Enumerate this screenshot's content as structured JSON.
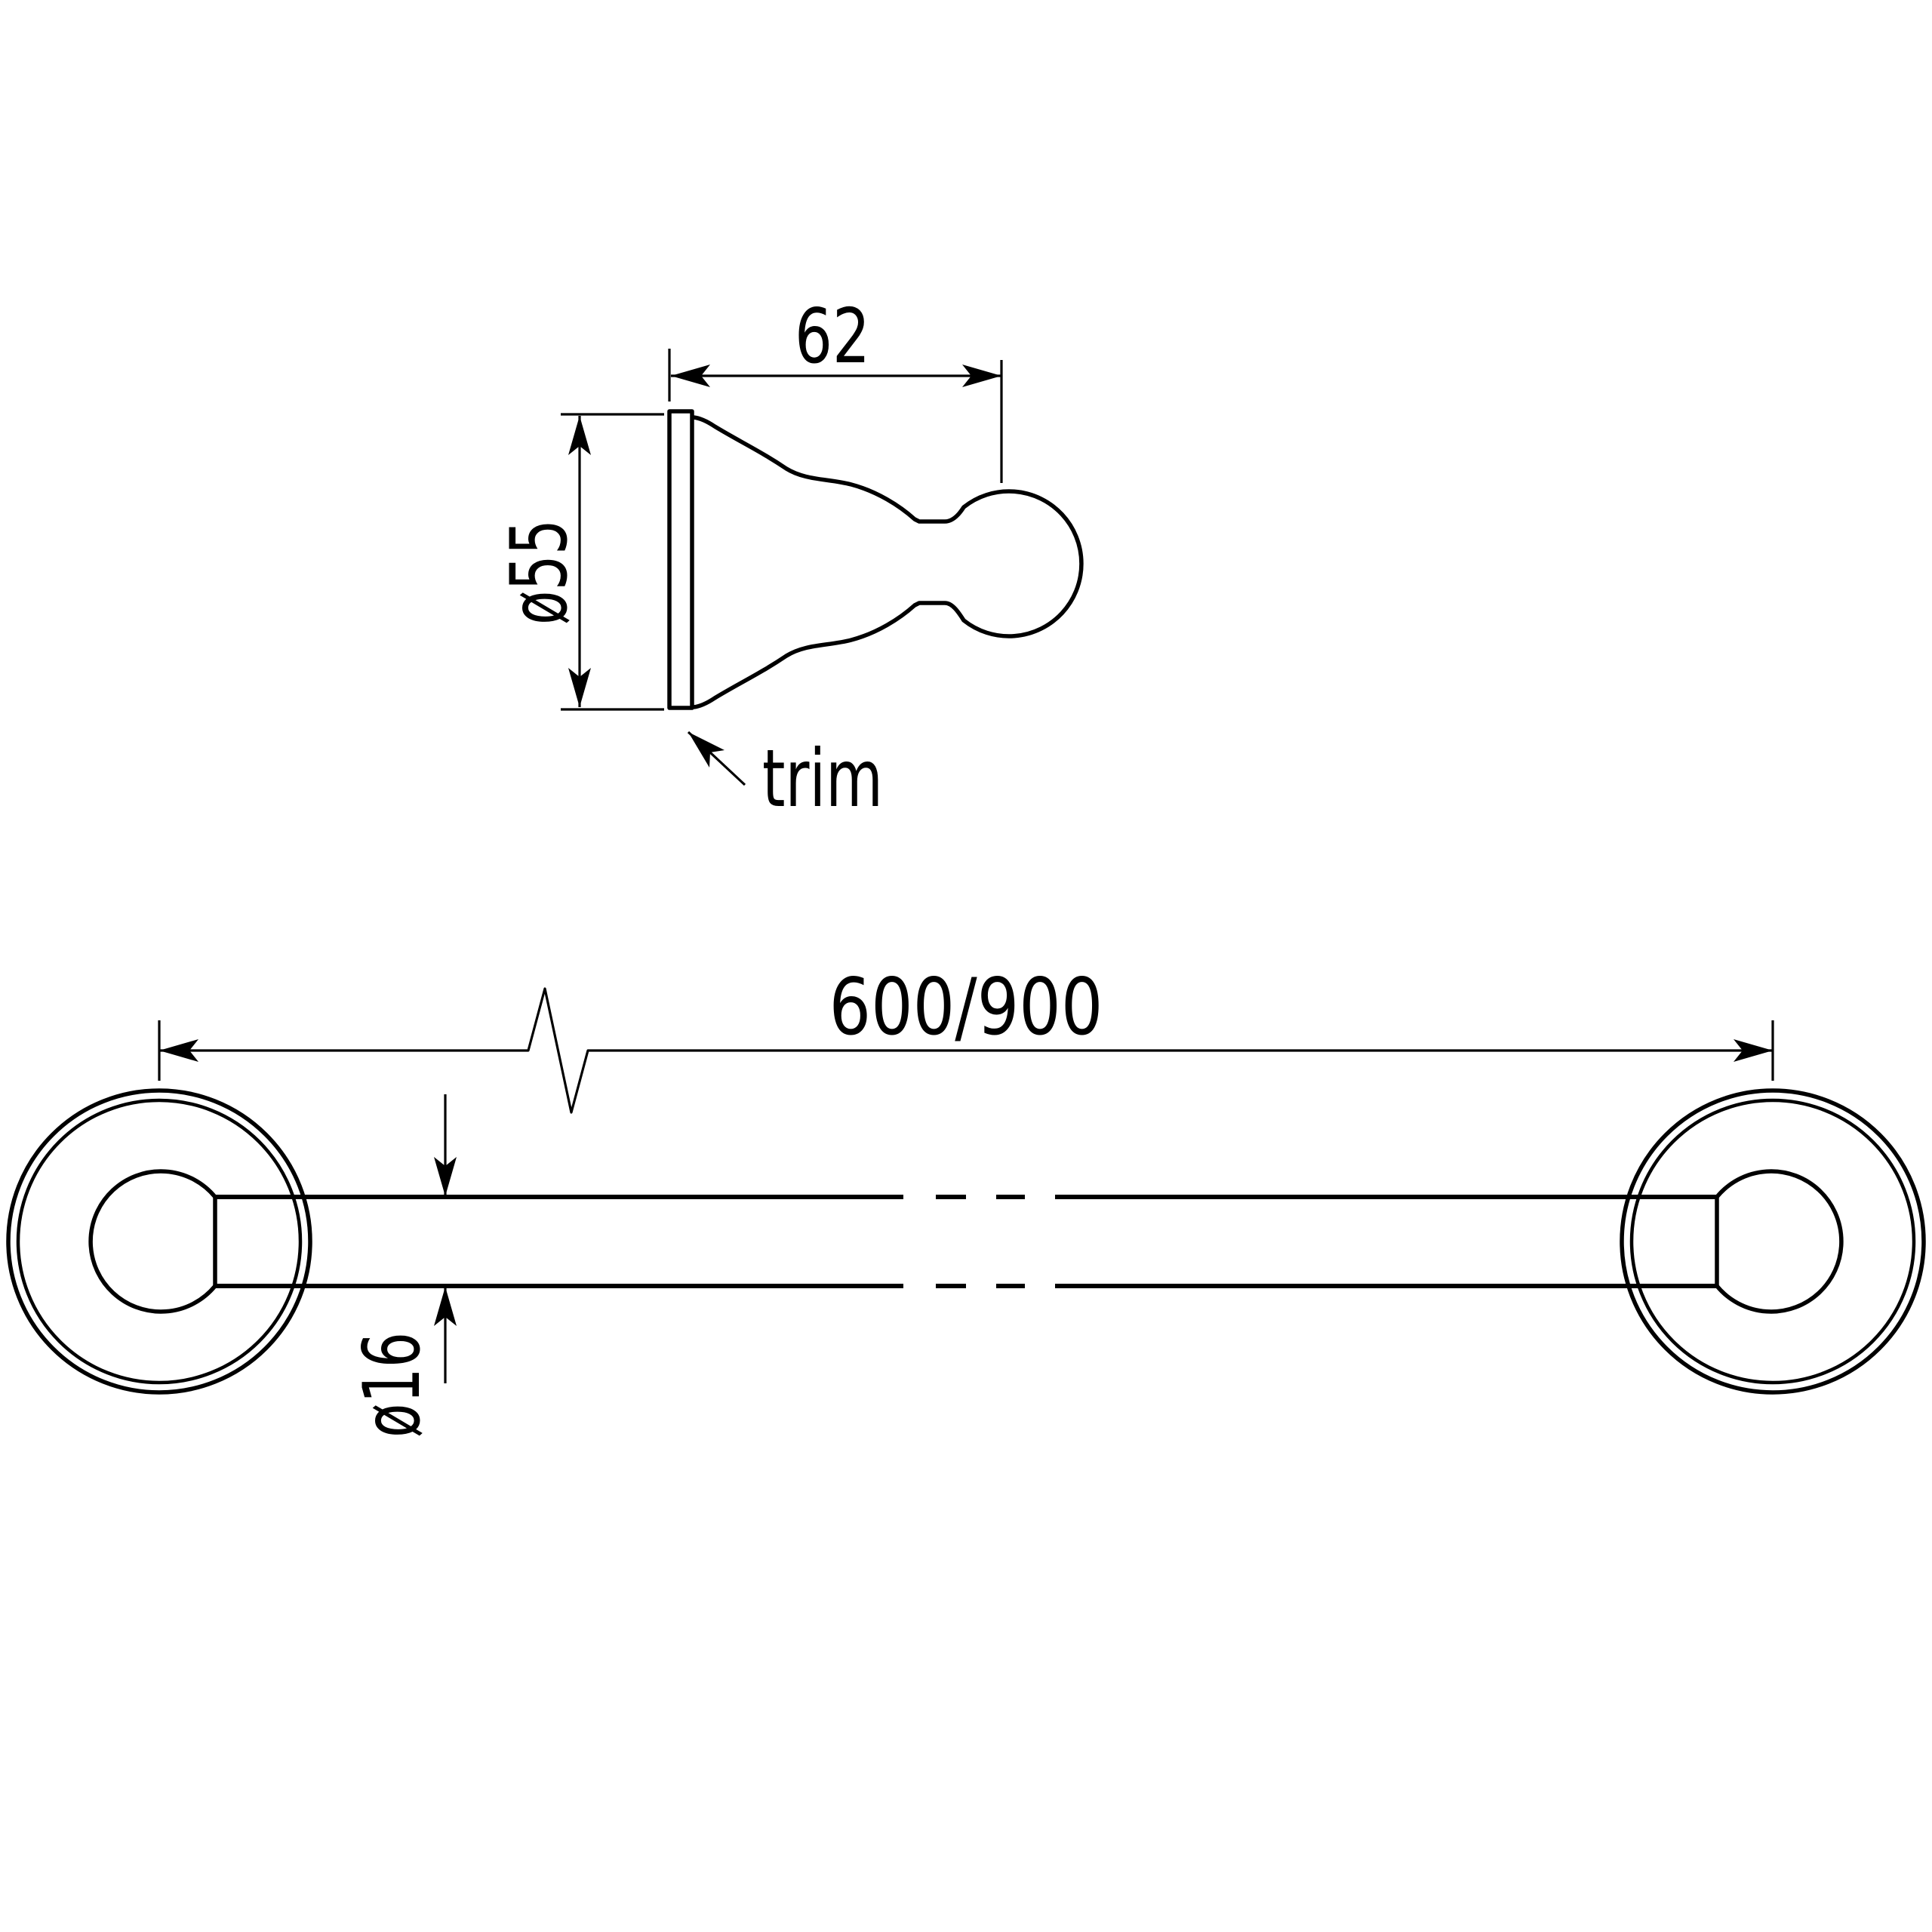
{
  "drawing": {
    "background": "#ffffff",
    "line_color": "#000000",
    "labels": {
      "projection_width": "62",
      "trim_diameter": "ø55",
      "trim_callout": "trim",
      "bar_length": "600/900",
      "bar_diameter": "ø16"
    }
  }
}
